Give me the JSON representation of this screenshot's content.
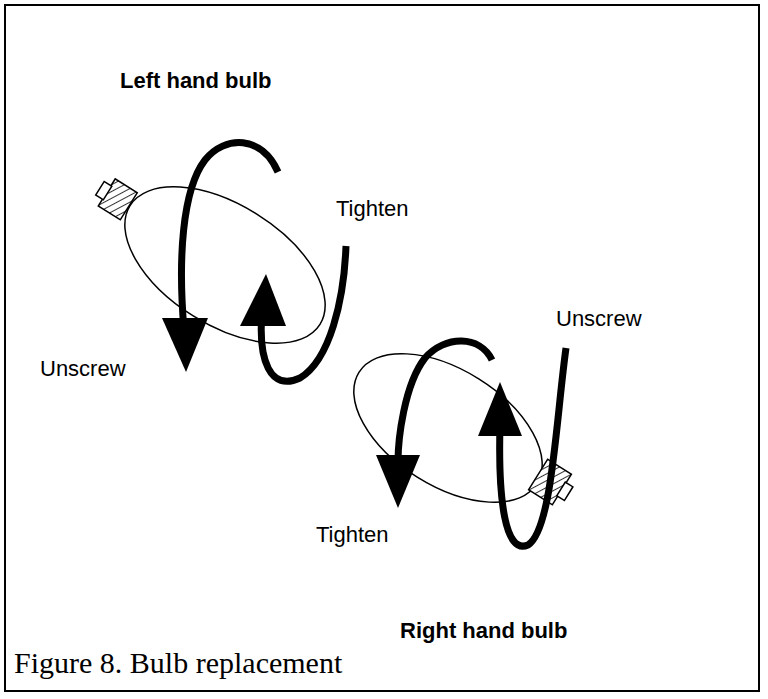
{
  "diagram": {
    "caption": "Figure 8. Bulb replacement",
    "labels": [
      "Left hand bulb",
      "Tighten",
      "Unscrew",
      "Unscrew",
      "Tighten",
      "Right hand bulb"
    ]
  }
}
